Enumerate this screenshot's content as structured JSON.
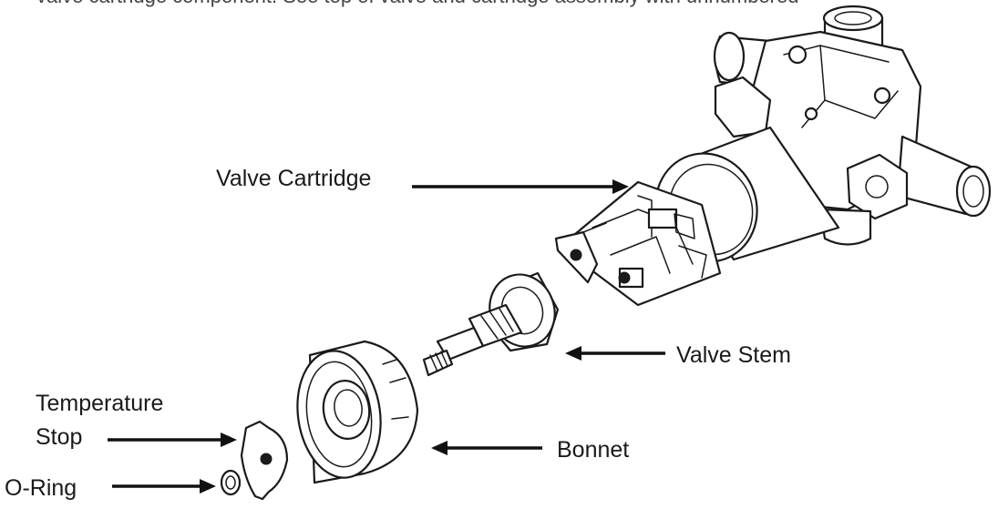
{
  "header_text": "valve cartridge component. See top of valve and cartridge assembly with unnumbered",
  "labels": {
    "valve_cartridge": "Valve Cartridge",
    "valve_stem": "Valve Stem",
    "temperature_stop_line1": "Temperature",
    "temperature_stop_line2": "Stop",
    "bonnet": "Bonnet",
    "o_ring": "O-Ring"
  }
}
